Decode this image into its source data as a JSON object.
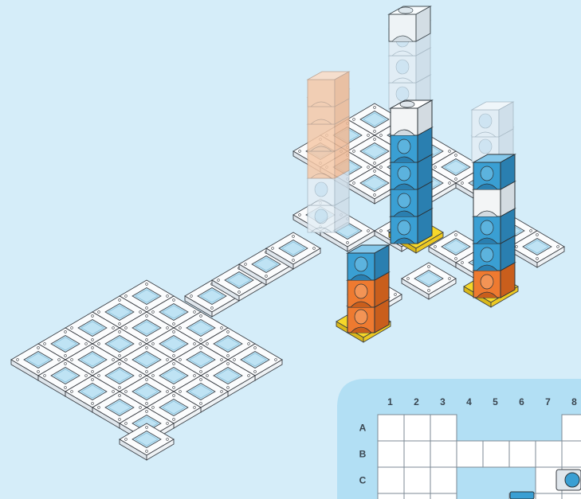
{
  "colors": {
    "background": "#d5edf9",
    "tile_white": "#fbfcfd",
    "tile_yellow": "#f6d72a",
    "tile_window": "#bfe3f4",
    "piece_blue": "#3a9fd3",
    "piece_orange": "#ee7a30",
    "piece_white": "#f3f5f6",
    "ghost_orange": "#f6c9a8",
    "ghost_white": "#e4eef5",
    "outline": "#3b3f45",
    "grid_panel": "#b2dff4",
    "grid_cell": "#ffffff"
  },
  "grid": {
    "columns": [
      "1",
      "2",
      "3",
      "4",
      "5",
      "6",
      "7",
      "8"
    ],
    "rows": [
      "A",
      "B",
      "C"
    ]
  }
}
